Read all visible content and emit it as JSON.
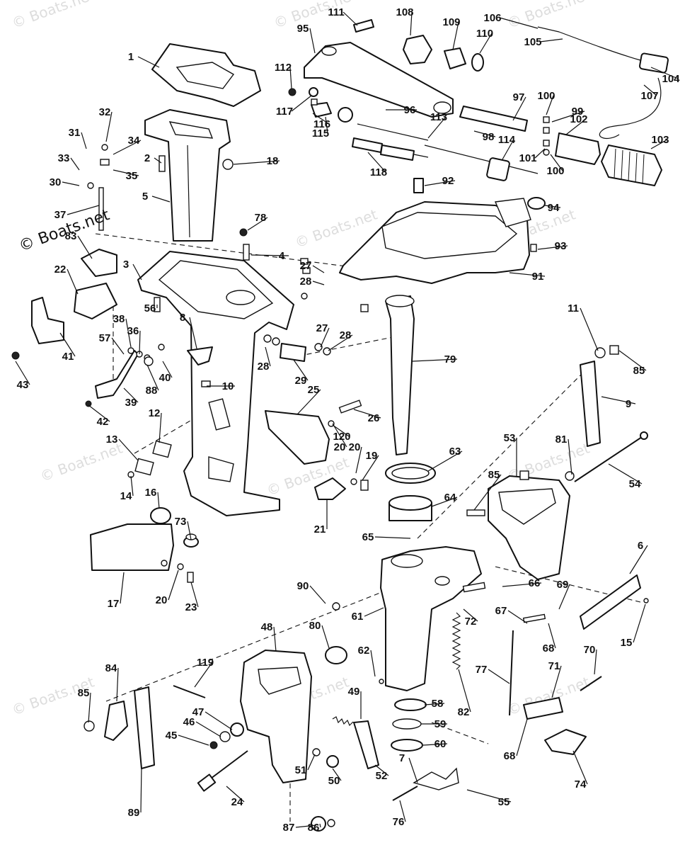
{
  "watermark": {
    "text": "© Boats.net"
  },
  "callouts": [
    "1",
    "2",
    "3",
    "4",
    "5",
    "6",
    "7",
    "8",
    "9",
    "10",
    "11",
    "12",
    "13",
    "14",
    "15",
    "16",
    "17",
    "18",
    "19",
    "20",
    "20",
    "20",
    "21",
    "22",
    "23",
    "24",
    "25",
    "26",
    "27",
    "27",
    "28",
    "28",
    "28",
    "29",
    "30",
    "31",
    "32",
    "33",
    "34",
    "35",
    "36",
    "37",
    "38",
    "39",
    "40",
    "41",
    "42",
    "43",
    "45",
    "46",
    "47",
    "48",
    "49",
    "50",
    "51",
    "52",
    "53",
    "54",
    "55",
    "56",
    "57",
    "58",
    "59",
    "60",
    "61",
    "62",
    "63",
    "64",
    "65",
    "66",
    "67",
    "68",
    "68",
    "69",
    "70",
    "71",
    "72",
    "73",
    "74",
    "76",
    "77",
    "78",
    "79",
    "80",
    "81",
    "82",
    "83",
    "84",
    "85",
    "85",
    "85",
    "86",
    "87",
    "88",
    "89",
    "90",
    "91",
    "92",
    "93",
    "94",
    "95",
    "96",
    "97",
    "98",
    "99",
    "100",
    "100",
    "101",
    "102",
    "103",
    "104",
    "105",
    "106",
    "107",
    "108",
    "109",
    "110",
    "111",
    "112",
    "113",
    "114",
    "115",
    "116",
    "117",
    "118",
    "119",
    "120"
  ],
  "palette": {
    "ink": "#111111",
    "paper": "#ffffff",
    "watermark": "#cfcfcf"
  }
}
